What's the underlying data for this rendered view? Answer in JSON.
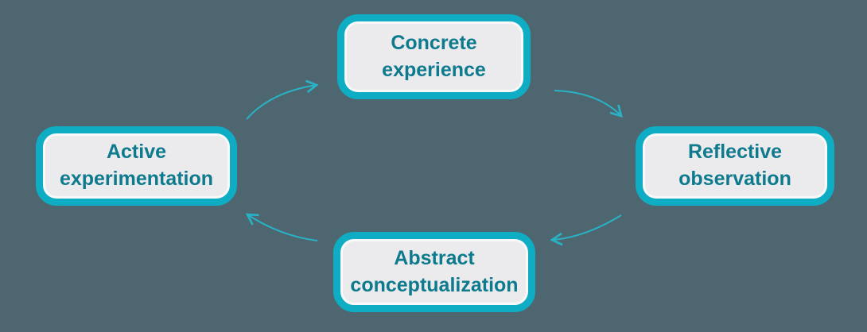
{
  "colors": {
    "background": "#4d6670",
    "node_border": "#0fadc4",
    "node_fill": "#ebebed",
    "node_text": "#0e7a8e",
    "arrow": "#29b2c6"
  },
  "diagram": {
    "type": "cycle",
    "direction": "clockwise",
    "nodes": [
      {
        "id": "concrete-experience",
        "label": "Concrete experience",
        "position": "top"
      },
      {
        "id": "reflective-observation",
        "label": "Reflective observation",
        "position": "right"
      },
      {
        "id": "abstract-conceptualization",
        "label": "Abstract conceptualization",
        "position": "bottom"
      },
      {
        "id": "active-experimentation",
        "label": "Active experimentation",
        "position": "left"
      }
    ],
    "edges": [
      {
        "from": "active-experimentation",
        "to": "concrete-experience"
      },
      {
        "from": "concrete-experience",
        "to": "reflective-observation"
      },
      {
        "from": "reflective-observation",
        "to": "abstract-conceptualization"
      },
      {
        "from": "abstract-conceptualization",
        "to": "active-experimentation"
      }
    ]
  }
}
